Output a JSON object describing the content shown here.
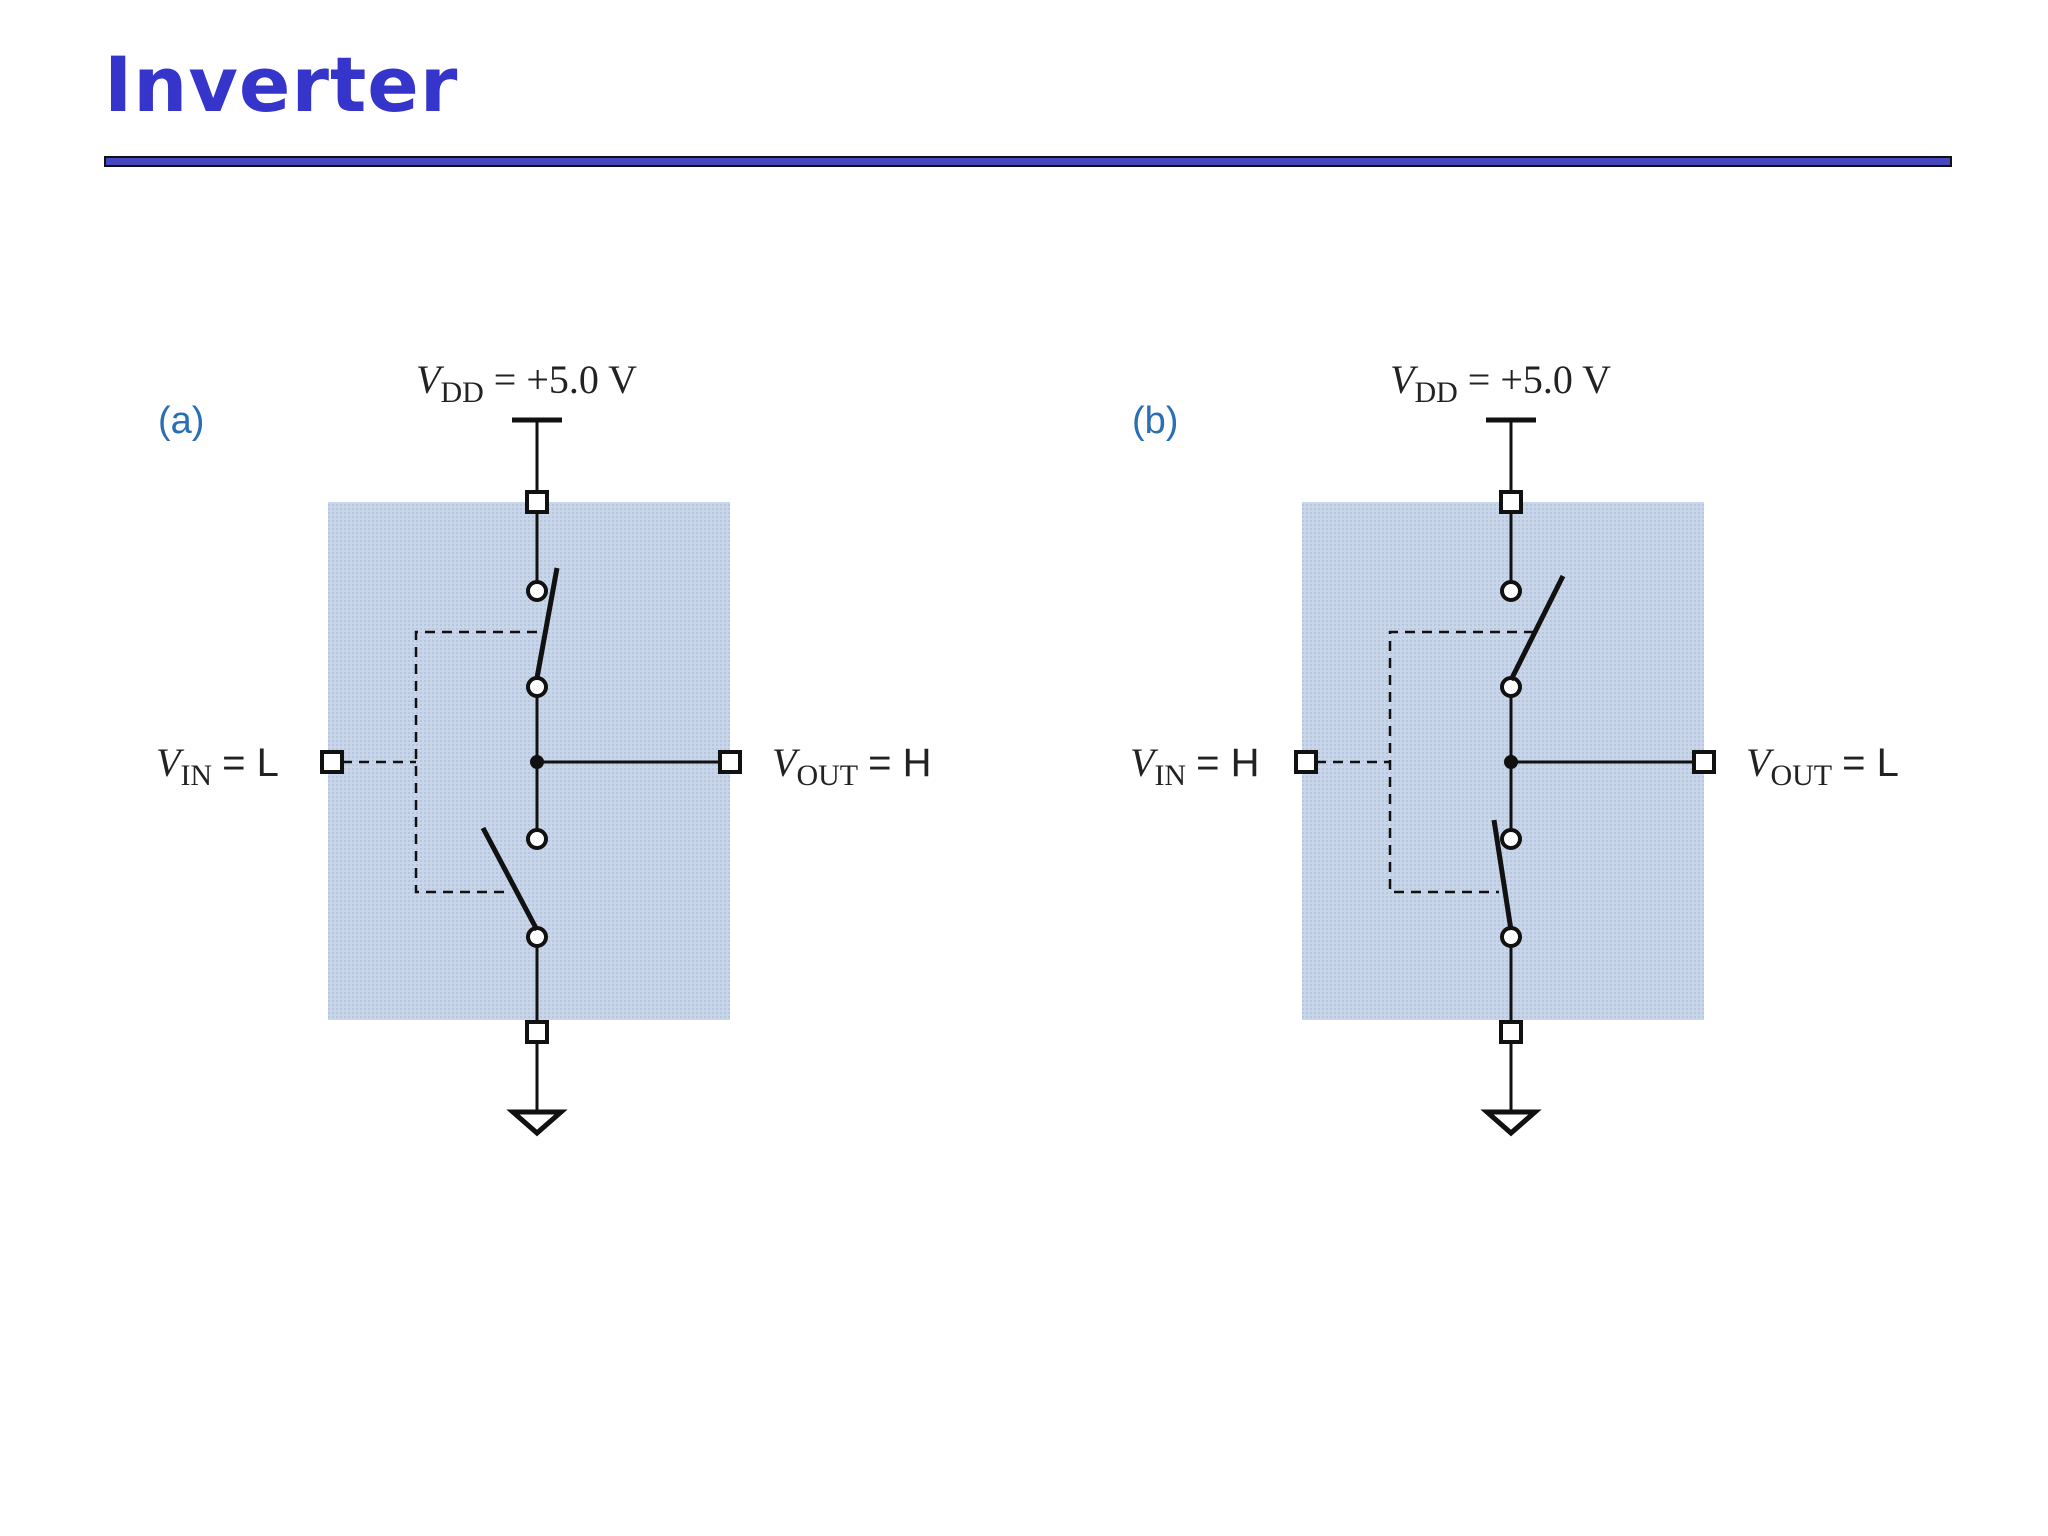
{
  "title": "Inverter",
  "colors": {
    "title": "#3535cc",
    "rule": "#4646c0",
    "box_fill": "#c9d6ea",
    "panel_letter": "#2a6fb5"
  },
  "panels": {
    "a": {
      "letter": "(a)",
      "vdd": {
        "symbol": "V",
        "subscript": "DD",
        "value": "= +5.0 V"
      },
      "vin": {
        "symbol": "V",
        "subscript": "IN",
        "value": "= L"
      },
      "vout": {
        "symbol": "V",
        "subscript": "OUT",
        "value": "= H"
      },
      "top_switch": "closed",
      "bottom_switch": "open"
    },
    "b": {
      "letter": "(b)",
      "vdd": {
        "symbol": "V",
        "subscript": "DD",
        "value": "= +5.0 V"
      },
      "vin": {
        "symbol": "V",
        "subscript": "IN",
        "value": "= H"
      },
      "vout": {
        "symbol": "V",
        "subscript": "OUT",
        "value": "= L"
      },
      "top_switch": "open",
      "bottom_switch": "closed"
    }
  }
}
